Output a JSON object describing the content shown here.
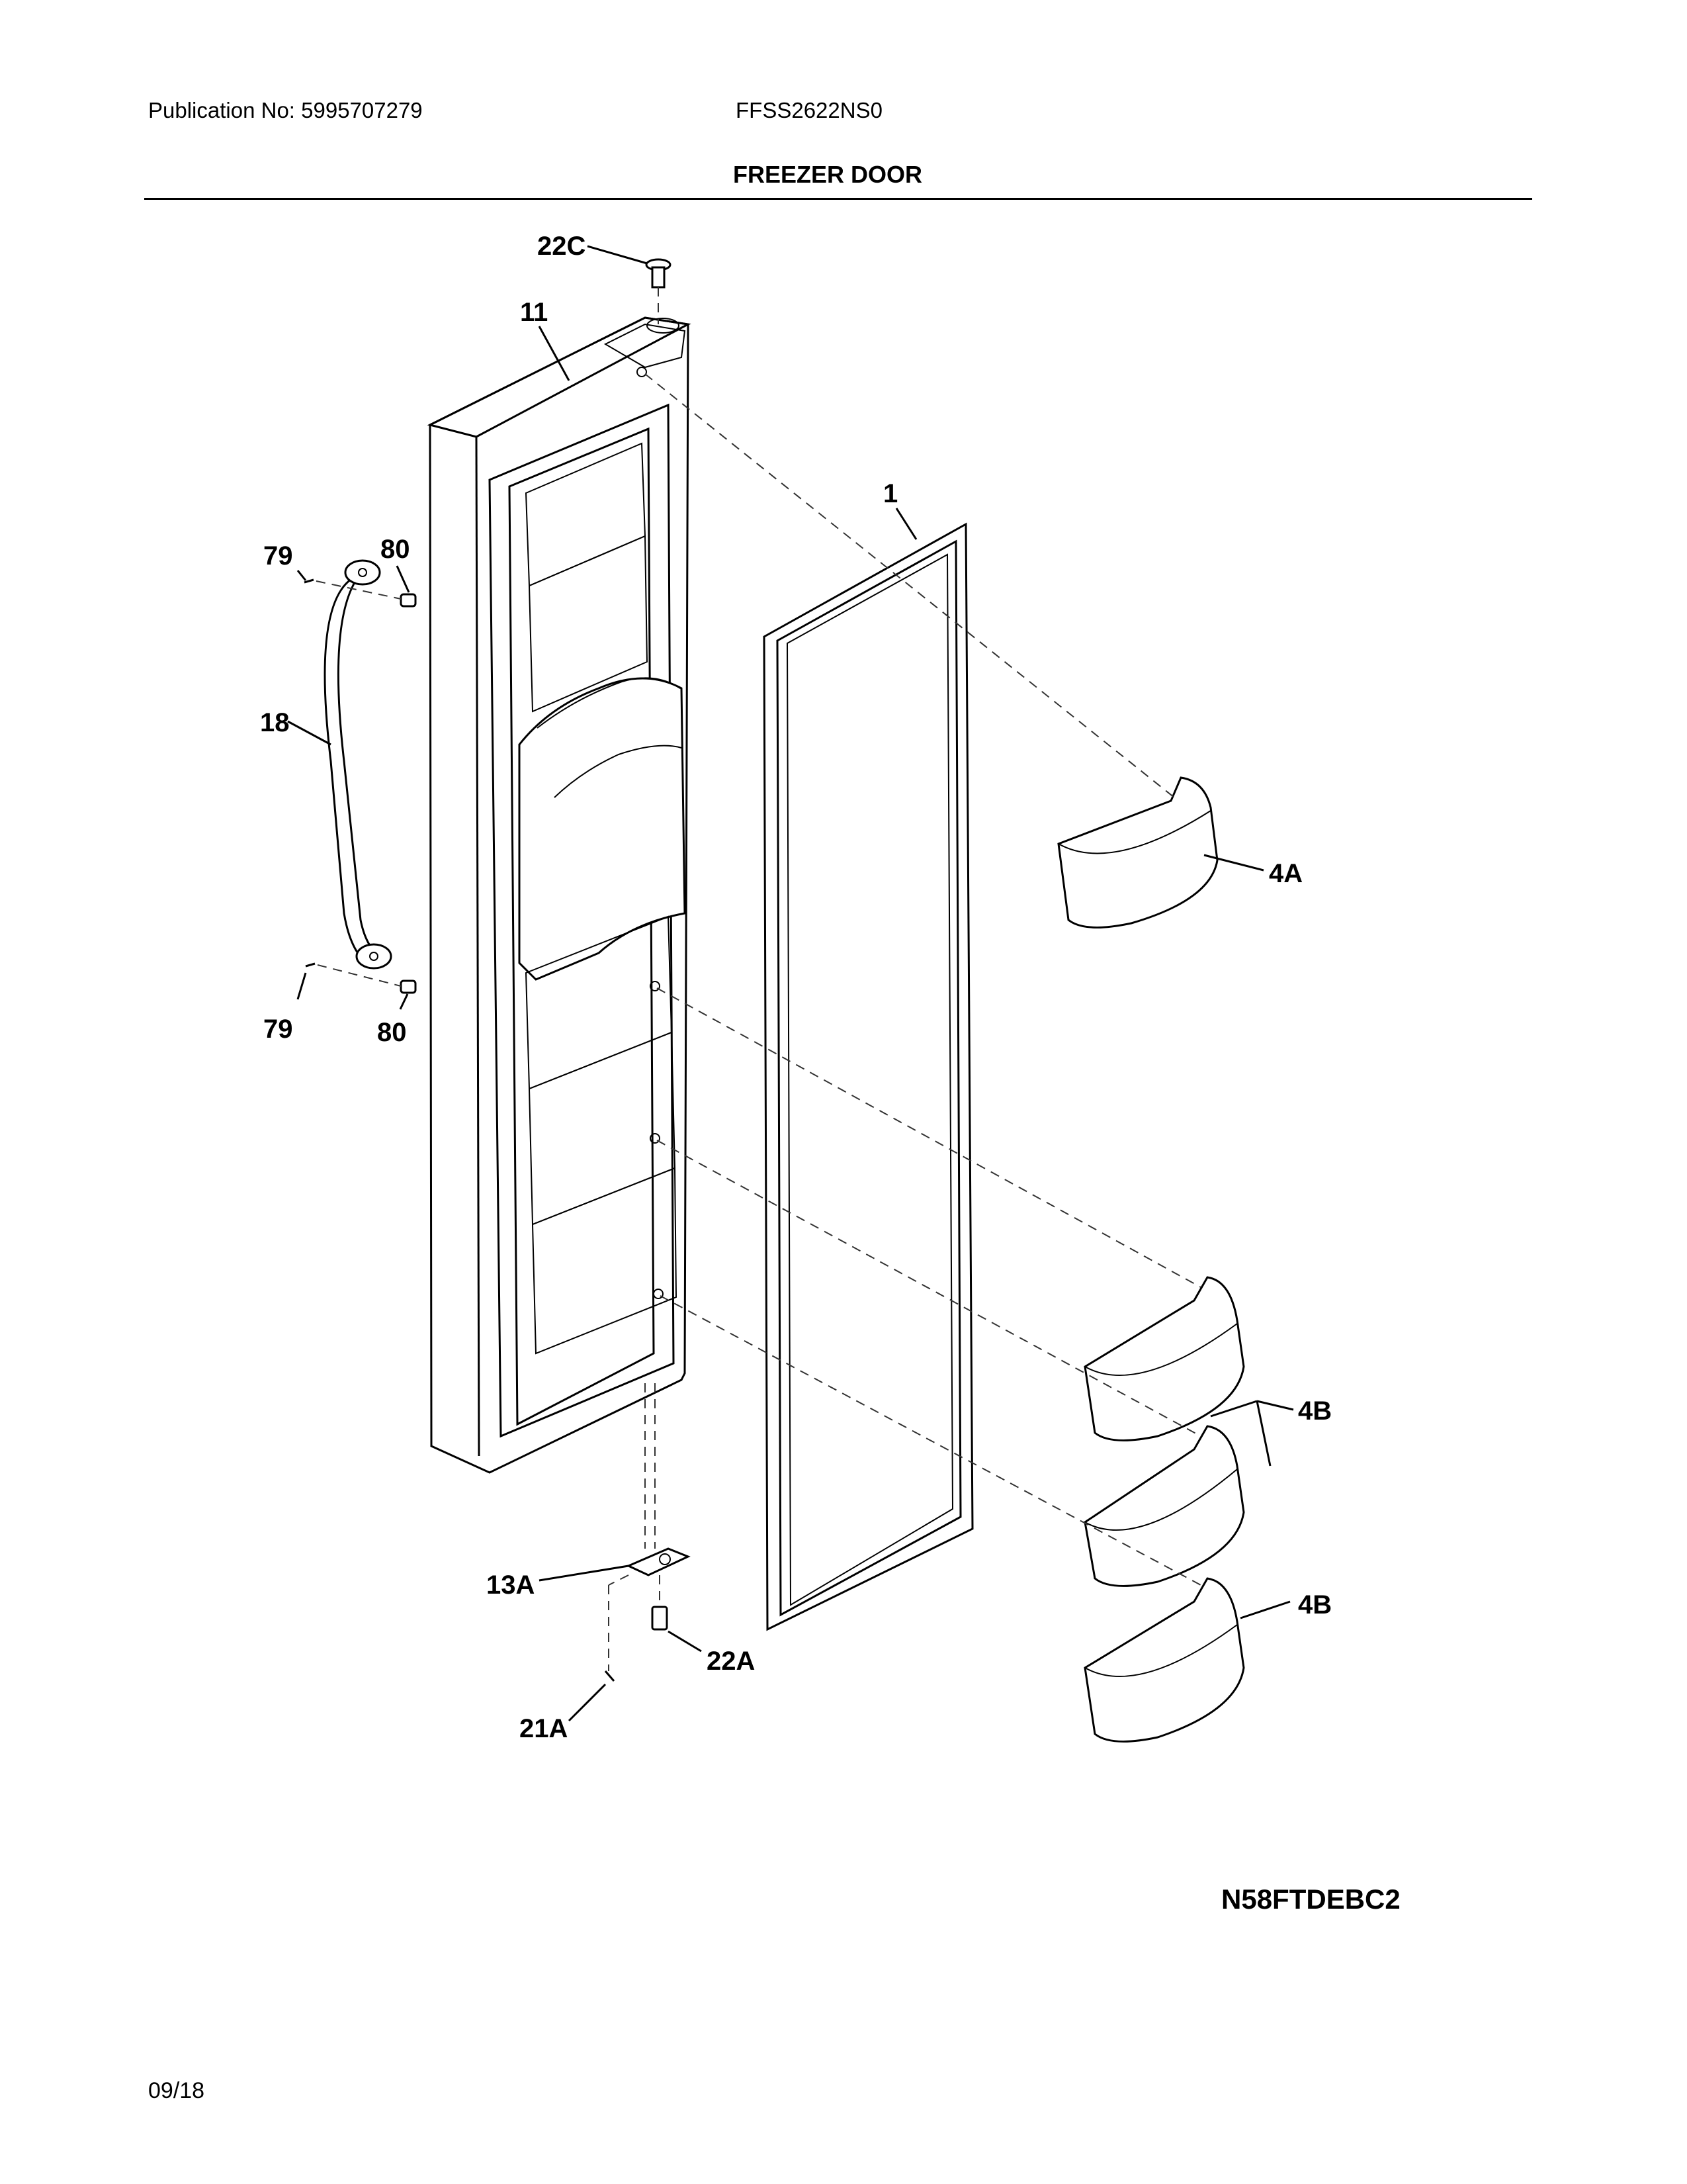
{
  "header": {
    "publication": "Publication No: 5995707279",
    "model": "FFSS2622NS0",
    "title": "FREEZER DOOR"
  },
  "callouts": {
    "c22C": "22C",
    "c11": "11",
    "c1": "1",
    "c79_top": "79",
    "c80_top": "80",
    "c18": "18",
    "c4A": "4A",
    "c79_bottom": "79",
    "c80_bottom": "80",
    "c4B_upper": "4B",
    "c4B_lower": "4B",
    "c13A": "13A",
    "c22A": "22A",
    "c21A": "21A"
  },
  "footer": {
    "diagram_code": "N58FTDEBC2",
    "date": "09/18"
  }
}
